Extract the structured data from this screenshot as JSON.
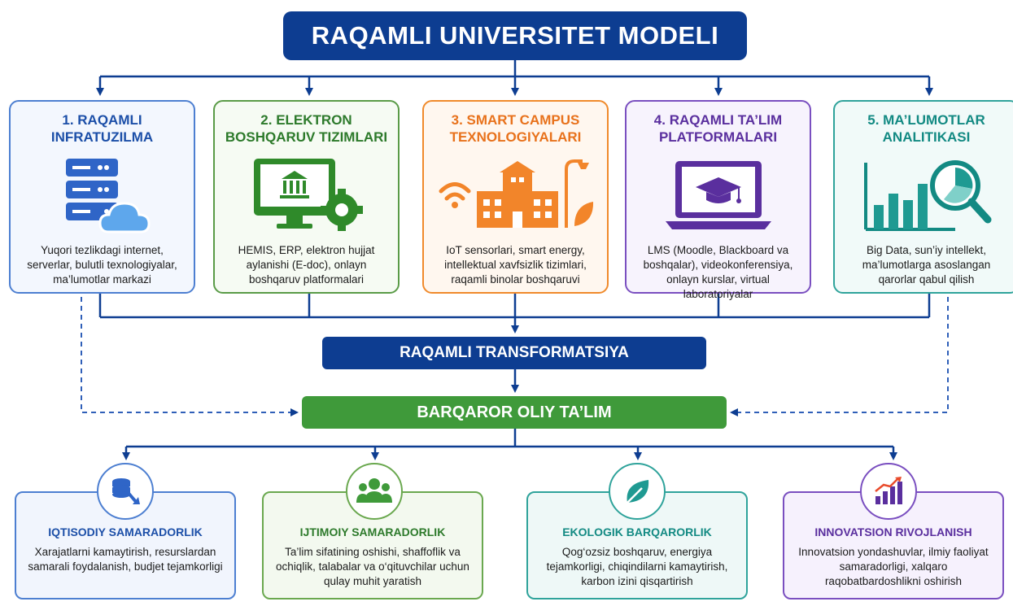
{
  "title": "RAQAMLI UNIVERSITET MODELI",
  "pillars": [
    {
      "title": "1. RAQAMLI INFRATUZILMA",
      "desc": "Yuqori tezlikdagi internet, serverlar, bulutli texnologiyalar, ma’lumotlar markazi",
      "icon": "server-cloud-icon"
    },
    {
      "title": "2. ELEKTRON BOSHQARUV TIZIMLARI",
      "desc": "HEMIS, ERP, elektron hujjat aylanishi (E-doc), onlayn boshqaruv platformalari",
      "icon": "monitor-gear-icon"
    },
    {
      "title": "3. SMART CAMPUS TEXNOLOGIYALARI",
      "desc": "IoT sensorlari, smart energy, intellektual xavfsizlik tizimlari, raqamli binolar boshqaruvi",
      "icon": "smart-campus-icon"
    },
    {
      "title": "4. RAQAMLI TA’LIM PLATFORMALARI",
      "desc": "LMS (Moodle, Blackboard va boshqalar), videokonferensiya, onlayn kurslar, virtual laboratoriyalar",
      "icon": "laptop-graduation-icon"
    },
    {
      "title": "5. MA’LUMOTLAR ANALITIKASI",
      "desc": "Big Data, sun’iy intellekt, ma’lumotlarga asoslangan qarorlar qabul qilish",
      "icon": "analytics-icon"
    }
  ],
  "transformation": "RAQAMLI TRANSFORMATSIYA",
  "sustainable": "BARQAROR OLIY TA’LIM",
  "outcomes": [
    {
      "title": "IQTISODIY SAMARADORLIK",
      "desc": "Xarajatlarni kamaytirish, resurslardan samarali foydalanish, budjet tejamkorligi",
      "icon": "coins-down-icon"
    },
    {
      "title": "IJTIMOIY SAMARADORLIK",
      "desc": "Ta’lim sifatining oshishi, shaffoflik va ochiqlik, talabalar va o‘qituvchilar uchun qulay muhit yaratish",
      "icon": "people-icon"
    },
    {
      "title": "EKOLOGIK BARQARORLIK",
      "desc": "Qog‘ozsiz boshqaruv, energiya tejamkorligi, chiqindilarni kamaytirish, karbon izini qisqartirish",
      "icon": "leaf-icon"
    },
    {
      "title": "INNOVATSION RIVOJLANISH",
      "desc": "Innovatsion yondashuvlar, ilmiy faoliyat samaradorligi, xalqaro raqobatbardoshlikni oshirish",
      "icon": "growth-chart-icon"
    }
  ],
  "colors": {
    "navy": "#0d3d91",
    "green": "#3f9a3a",
    "blue": "#4d7fd1",
    "orange": "#f08a2b",
    "purple": "#7a4fc0",
    "teal": "#2fa39b"
  }
}
